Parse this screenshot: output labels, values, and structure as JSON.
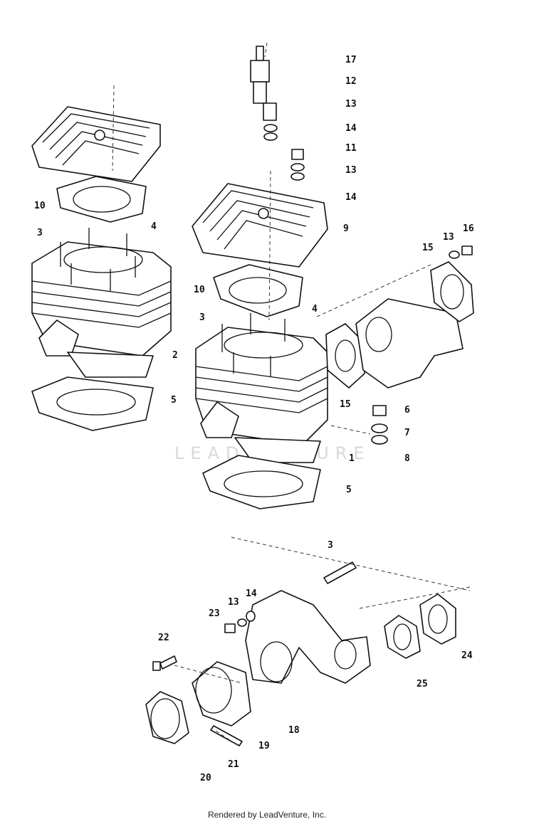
{
  "watermark": "LEADVENTURE",
  "footer": "Rendered by LeadVenture, Inc.",
  "callouts": [
    "17",
    "12",
    "13",
    "14",
    "11",
    "13",
    "14",
    "10",
    "3",
    "4",
    "9",
    "16",
    "13",
    "15",
    "10",
    "3",
    "4",
    "2",
    "5",
    "15",
    "6",
    "7",
    "8",
    "1",
    "5",
    "3",
    "14",
    "13",
    "23",
    "22",
    "24",
    "25",
    "18",
    "19",
    "21",
    "20"
  ]
}
